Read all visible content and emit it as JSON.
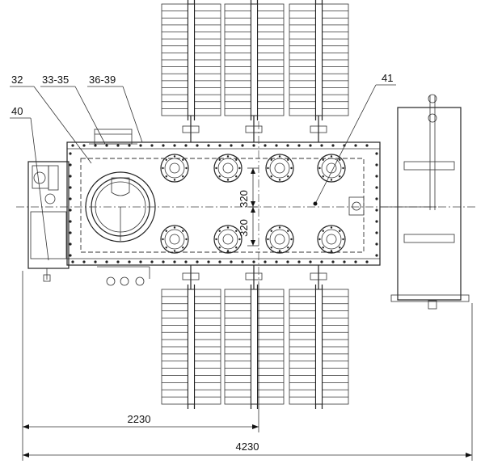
{
  "callouts": [
    "32",
    "33-35",
    "36-39",
    "40",
    "41"
  ],
  "dimensions": {
    "spacing_upper": "320",
    "spacing_lower": "320",
    "width_partial": "2230",
    "width_total": "4230"
  }
}
